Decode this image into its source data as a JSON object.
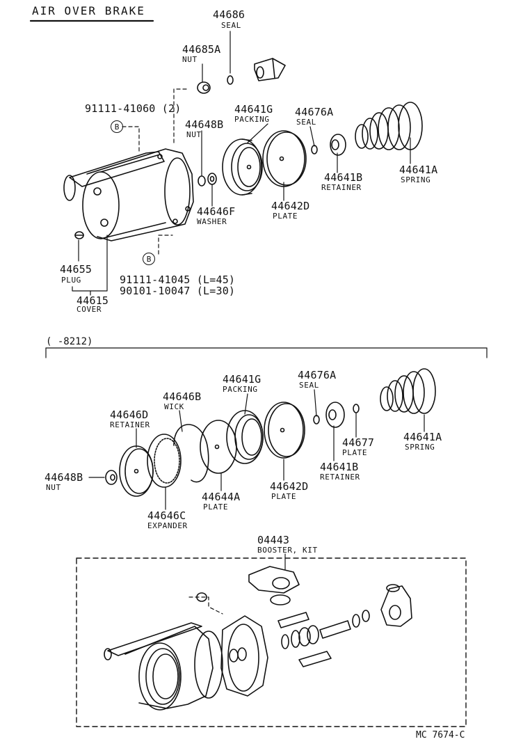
{
  "title": "AIR OVER BRAKE",
  "range_label": "( -8212)",
  "figure_ref": "MC 7674-C",
  "bolt_symbol": "B",
  "section_top": {
    "p44686": {
      "number": "44686",
      "name": "SEAL"
    },
    "p44685A": {
      "number": "44685A",
      "name": "NUT"
    },
    "p91111_41060": {
      "number": "91111-41060 (2)"
    },
    "p44641G": {
      "number": "44641G",
      "name": "PACKING"
    },
    "p44676A": {
      "number": "44676A",
      "name": "SEAL"
    },
    "p44648B": {
      "number": "44648B",
      "name": "NUT"
    },
    "p44641B": {
      "number": "44641B",
      "name": "RETAINER"
    },
    "p44641A": {
      "number": "44641A",
      "name": "SPRING"
    },
    "p44646F": {
      "number": "44646F",
      "name": "WASHER"
    },
    "p44642D": {
      "number": "44642D",
      "name": "PLATE"
    },
    "p44655": {
      "number": "44655",
      "name": "PLUG"
    },
    "p44615": {
      "number": "44615",
      "name": "COVER"
    },
    "p91111_41045": {
      "number": "91111-41045 (L=45)"
    },
    "p90101_10047": {
      "number": "90101-10047 (L=30)"
    }
  },
  "section_middle": {
    "p44641G": {
      "number": "44641G",
      "name": "PACKING"
    },
    "p44676A": {
      "number": "44676A",
      "name": "SEAL"
    },
    "p44646B": {
      "number": "44646B",
      "name": "WICK"
    },
    "p44646D": {
      "number": "44646D",
      "name": "RETAINER"
    },
    "p44641A": {
      "number": "44641A",
      "name": "SPRING"
    },
    "p44677": {
      "number": "44677",
      "name": "PLATE"
    },
    "p44648B": {
      "number": "44648B",
      "name": "NUT"
    },
    "p44641B": {
      "number": "44641B",
      "name": "RETAINER"
    },
    "p44642D": {
      "number": "44642D",
      "name": "PLATE"
    },
    "p44644A": {
      "number": "44644A",
      "name": "PLATE"
    },
    "p44646C": {
      "number": "44646C",
      "name": "EXPANDER"
    }
  },
  "section_bottom": {
    "p04443": {
      "number": "04443",
      "name": "BOOSTER, KIT"
    }
  }
}
